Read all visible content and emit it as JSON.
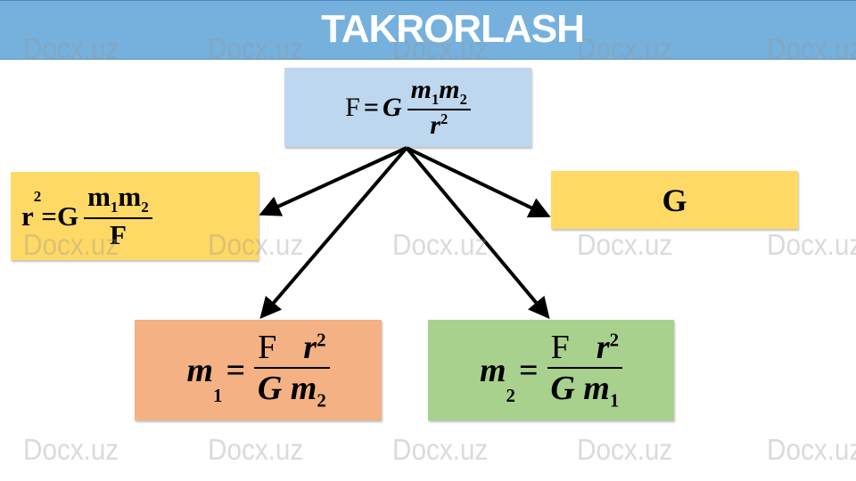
{
  "header": {
    "title": "TAKRORLASH"
  },
  "watermark": "Docx.uz",
  "colors": {
    "header": "#76b1dd",
    "top_box": "#bdd7ee",
    "yellow": "#ffd966",
    "orange": "#f4b183",
    "green": "#a9d18e"
  },
  "formulas": {
    "main": {
      "lhs": "F",
      "eq": "=",
      "coef": "G",
      "num_a": "m",
      "num_a_sub": "1",
      "num_b": "m",
      "num_b_sub": "2",
      "den": "r",
      "den_sup": "2"
    },
    "r_squared": {
      "lhs": "r",
      "lhs_sup": "2",
      "eq": "=",
      "coef": "G",
      "num_a": "m",
      "num_a_sub": "1",
      "num_b": "m",
      "num_b_sub": "2",
      "den": "F"
    },
    "g": {
      "text": "G"
    },
    "m1": {
      "lhs": "m",
      "lhs_sub": "1",
      "eq": "=",
      "num_a": "F",
      "num_b": "r",
      "num_b_sup": "2",
      "den_a": "G",
      "den_b": "m",
      "den_b_sub": "2"
    },
    "m2": {
      "lhs": "m",
      "lhs_sub": "2",
      "eq": "=",
      "num_a": "F",
      "num_b": "r",
      "num_b_sup": "2",
      "den_a": "G",
      "den_b": "m",
      "den_b_sub": "1"
    }
  }
}
